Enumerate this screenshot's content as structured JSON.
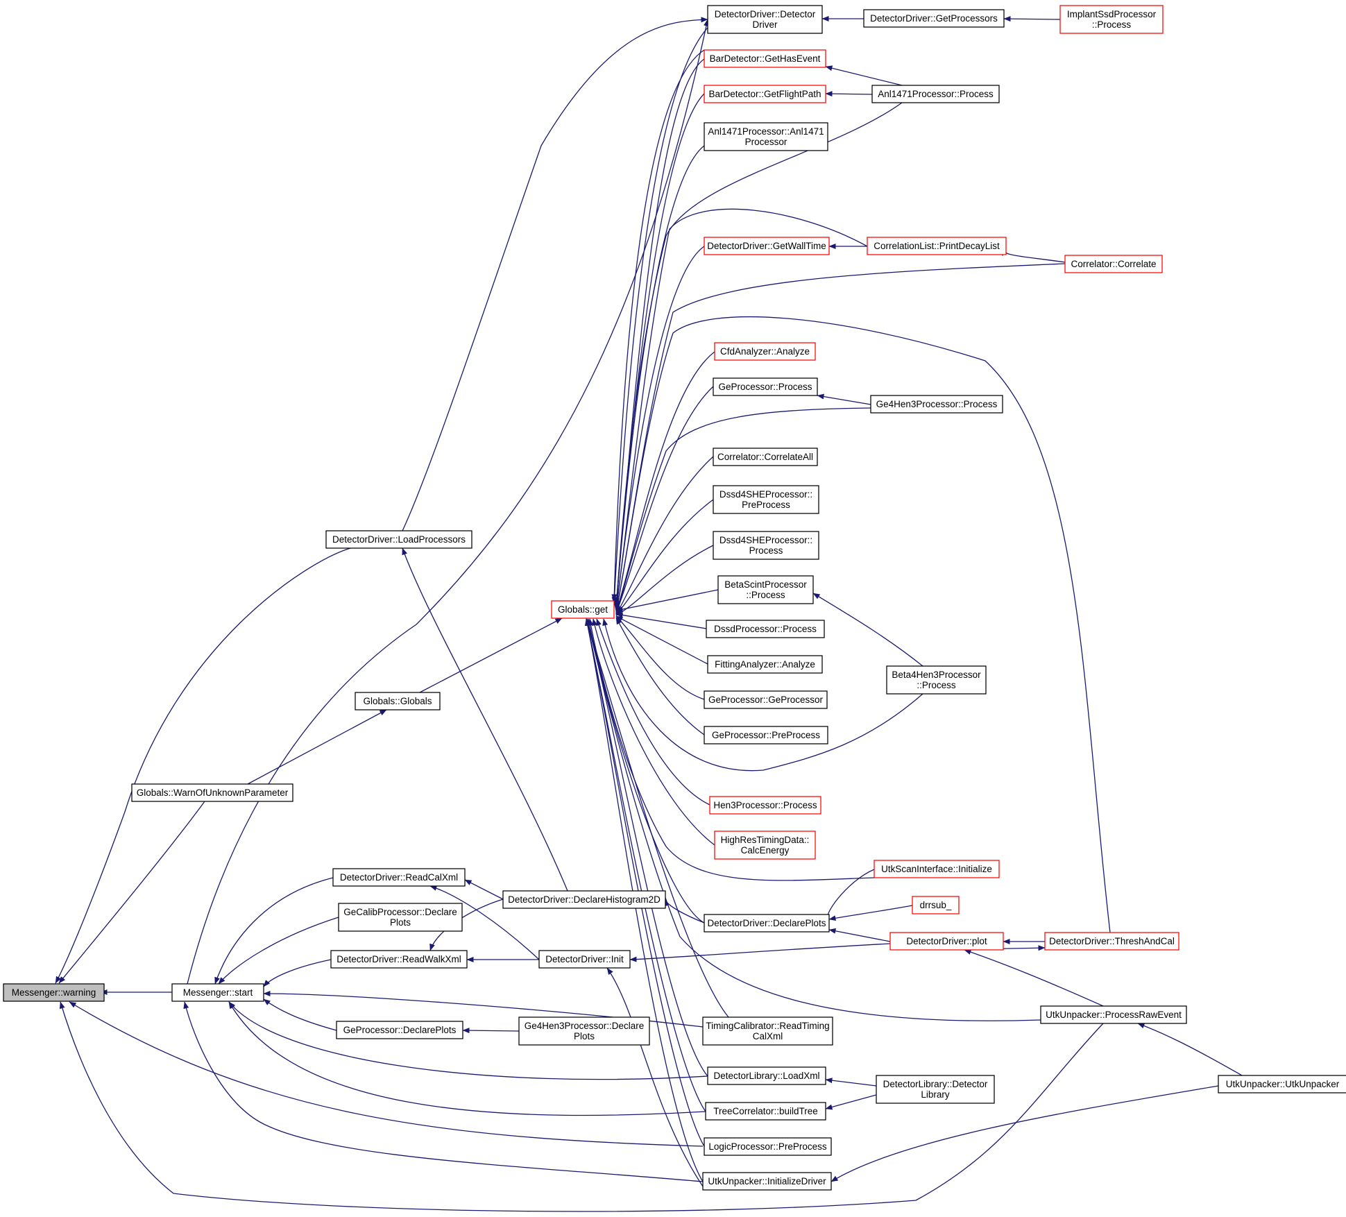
{
  "colors": {
    "edge": "#191970",
    "border_default": "#000000",
    "border_partial": "#ff0000",
    "focus_fill": "#bfbfbf",
    "node_fill": "#ffffff"
  },
  "nodes": [
    {
      "id": "warning",
      "lines": [
        "Messenger::warning"
      ],
      "style": "focus"
    },
    {
      "id": "start",
      "lines": [
        "Messenger::start"
      ],
      "style": "default"
    },
    {
      "id": "loadproc",
      "lines": [
        "DetectorDriver::LoadProcessors"
      ],
      "style": "default"
    },
    {
      "id": "warnunk",
      "lines": [
        "Globals::WarnOfUnknownParameter"
      ],
      "style": "default"
    },
    {
      "id": "gglobals",
      "lines": [
        "Globals::Globals"
      ],
      "style": "default"
    },
    {
      "id": "gget",
      "lines": [
        "Globals::get"
      ],
      "style": "partial"
    },
    {
      "id": "ddctor",
      "lines": [
        "DetectorDriver::Detector",
        "Driver"
      ],
      "style": "default"
    },
    {
      "id": "getprocs",
      "lines": [
        "DetectorDriver::GetProcessors"
      ],
      "style": "default"
    },
    {
      "id": "implant",
      "lines": [
        "ImplantSsdProcessor",
        "::Process"
      ],
      "style": "partial"
    },
    {
      "id": "hasevent",
      "lines": [
        "BarDetector::GetHasEvent"
      ],
      "style": "partial"
    },
    {
      "id": "flight",
      "lines": [
        "BarDetector::GetFlightPath"
      ],
      "style": "partial"
    },
    {
      "id": "anlproc",
      "lines": [
        "Anl1471Processor::Process"
      ],
      "style": "default"
    },
    {
      "id": "anlctor",
      "lines": [
        "Anl1471Processor::Anl1471",
        "Processor"
      ],
      "style": "default"
    },
    {
      "id": "walltime",
      "lines": [
        "DetectorDriver::GetWallTime"
      ],
      "style": "partial"
    },
    {
      "id": "printdecay",
      "lines": [
        "CorrelationList::PrintDecayList"
      ],
      "style": "partial"
    },
    {
      "id": "correlate",
      "lines": [
        "Correlator::Correlate"
      ],
      "style": "partial"
    },
    {
      "id": "cfd",
      "lines": [
        "CfdAnalyzer::Analyze"
      ],
      "style": "partial"
    },
    {
      "id": "geproc",
      "lines": [
        "GeProcessor::Process"
      ],
      "style": "default"
    },
    {
      "id": "ge4hen3proc",
      "lines": [
        "Ge4Hen3Processor::Process"
      ],
      "style": "default"
    },
    {
      "id": "corrall",
      "lines": [
        "Correlator::CorrelateAll"
      ],
      "style": "default"
    },
    {
      "id": "dssd4pre",
      "lines": [
        "Dssd4SHEProcessor::",
        "PreProcess"
      ],
      "style": "default"
    },
    {
      "id": "dssd4proc",
      "lines": [
        "Dssd4SHEProcessor::",
        "Process"
      ],
      "style": "default"
    },
    {
      "id": "betascint",
      "lines": [
        "BetaScintProcessor",
        "::Process"
      ],
      "style": "default"
    },
    {
      "id": "dssdproc",
      "lines": [
        "DssdProcessor::Process"
      ],
      "style": "default"
    },
    {
      "id": "fitting",
      "lines": [
        "FittingAnalyzer::Analyze"
      ],
      "style": "default"
    },
    {
      "id": "gector",
      "lines": [
        "GeProcessor::GeProcessor"
      ],
      "style": "default"
    },
    {
      "id": "gepre",
      "lines": [
        "GeProcessor::PreProcess"
      ],
      "style": "default"
    },
    {
      "id": "beta4hen3",
      "lines": [
        "Beta4Hen3Processor",
        "::Process"
      ],
      "style": "default"
    },
    {
      "id": "hen3",
      "lines": [
        "Hen3Processor::Process"
      ],
      "style": "partial"
    },
    {
      "id": "highres",
      "lines": [
        "HighResTimingData::",
        "CalcEnergy"
      ],
      "style": "partial"
    },
    {
      "id": "utkinit",
      "lines": [
        "UtkScanInterface::Initialize"
      ],
      "style": "partial"
    },
    {
      "id": "readcal",
      "lines": [
        "DetectorDriver::ReadCalXml"
      ],
      "style": "default"
    },
    {
      "id": "declhist",
      "lines": [
        "DetectorDriver::DeclareHistogram2D"
      ],
      "style": "default"
    },
    {
      "id": "geccal",
      "lines": [
        "GeCalibProcessor::Declare",
        "Plots"
      ],
      "style": "default"
    },
    {
      "id": "declplots",
      "lines": [
        "DetectorDriver::DeclarePlots"
      ],
      "style": "default"
    },
    {
      "id": "drrsub",
      "lines": [
        "drrsub_"
      ],
      "style": "partial"
    },
    {
      "id": "readwalk",
      "lines": [
        "DetectorDriver::ReadWalkXml"
      ],
      "style": "default"
    },
    {
      "id": "ddinit",
      "lines": [
        "DetectorDriver::Init"
      ],
      "style": "default"
    },
    {
      "id": "plot",
      "lines": [
        "DetectorDriver::plot"
      ],
      "style": "partial"
    },
    {
      "id": "thresh",
      "lines": [
        "DetectorDriver::ThreshAndCal"
      ],
      "style": "partial"
    },
    {
      "id": "procraw",
      "lines": [
        "UtkUnpacker::ProcessRawEvent"
      ],
      "style": "default"
    },
    {
      "id": "gedecl",
      "lines": [
        "GeProcessor::DeclarePlots"
      ],
      "style": "default"
    },
    {
      "id": "ge4hen3decl",
      "lines": [
        "Ge4Hen3Processor::Declare",
        "Plots"
      ],
      "style": "default"
    },
    {
      "id": "timingcal",
      "lines": [
        "TimingCalibrator::ReadTiming",
        "CalXml"
      ],
      "style": "default"
    },
    {
      "id": "loadxml",
      "lines": [
        "DetectorLibrary::LoadXml"
      ],
      "style": "default"
    },
    {
      "id": "detlib",
      "lines": [
        "DetectorLibrary::Detector",
        "Library"
      ],
      "style": "default"
    },
    {
      "id": "buildtree",
      "lines": [
        "TreeCorrelator::buildTree"
      ],
      "style": "default"
    },
    {
      "id": "utkunpacker",
      "lines": [
        "UtkUnpacker::UtkUnpacker"
      ],
      "style": "default"
    },
    {
      "id": "logicpre",
      "lines": [
        "LogicProcessor::PreProcess"
      ],
      "style": "default"
    },
    {
      "id": "initdriver",
      "lines": [
        "UtkUnpacker::InitializeDriver"
      ],
      "style": "default"
    }
  ]
}
